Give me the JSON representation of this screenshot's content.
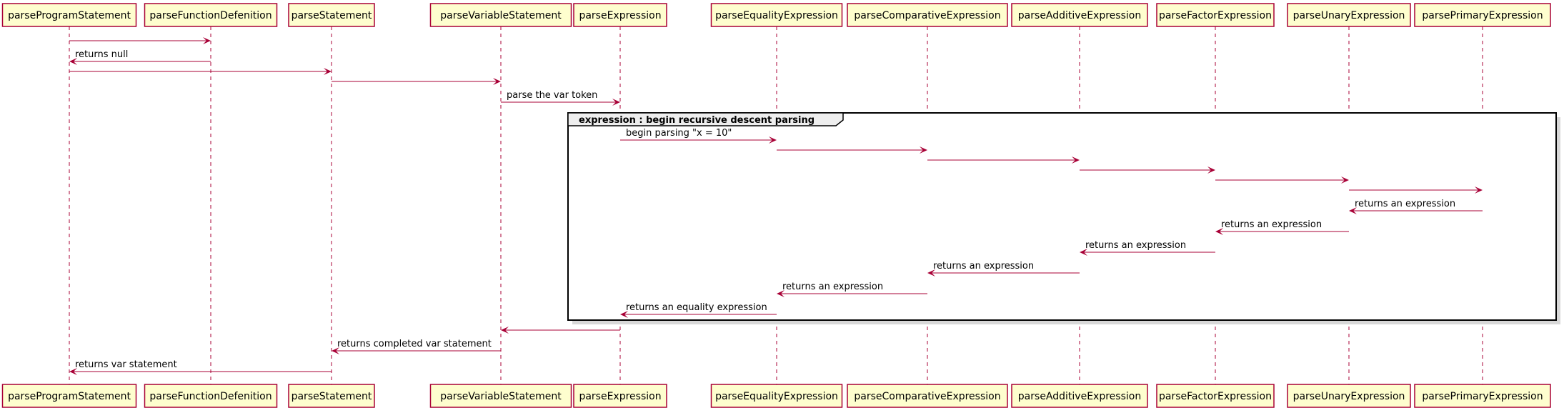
{
  "participants": [
    "parseProgramStatement",
    "parseFunctionDefenition",
    "parseStatement",
    "parseVariableStatement",
    "parseExpression",
    "parseEqualityExpression",
    "parseComparativeExpression",
    "parseAdditiveExpression",
    "parseFactorExpression",
    "parseUnaryExpression",
    "parsePrimaryExpression"
  ],
  "group": {
    "label": "expression : begin recursive descent parsing"
  },
  "messages": [
    {
      "from": 0,
      "to": 1,
      "label": ""
    },
    {
      "from": 1,
      "to": 0,
      "label": "returns null"
    },
    {
      "from": 0,
      "to": 2,
      "label": ""
    },
    {
      "from": 2,
      "to": 3,
      "label": ""
    },
    {
      "from": 3,
      "to": 4,
      "label": "parse the var token"
    },
    {
      "from": 4,
      "to": 5,
      "label": "begin parsing \"x = 10\""
    },
    {
      "from": 5,
      "to": 6,
      "label": ""
    },
    {
      "from": 6,
      "to": 7,
      "label": ""
    },
    {
      "from": 7,
      "to": 8,
      "label": ""
    },
    {
      "from": 8,
      "to": 9,
      "label": ""
    },
    {
      "from": 9,
      "to": 10,
      "label": ""
    },
    {
      "from": 10,
      "to": 9,
      "label": "returns an expression"
    },
    {
      "from": 9,
      "to": 8,
      "label": "returns an expression"
    },
    {
      "from": 8,
      "to": 7,
      "label": "returns an expression"
    },
    {
      "from": 7,
      "to": 6,
      "label": "returns an expression"
    },
    {
      "from": 6,
      "to": 5,
      "label": "returns an expression"
    },
    {
      "from": 5,
      "to": 4,
      "label": "returns an equality expression"
    },
    {
      "from": 4,
      "to": 3,
      "label": ""
    },
    {
      "from": 3,
      "to": 2,
      "label": "returns completed var statement"
    },
    {
      "from": 2,
      "to": 0,
      "label": "returns var statement"
    }
  ]
}
